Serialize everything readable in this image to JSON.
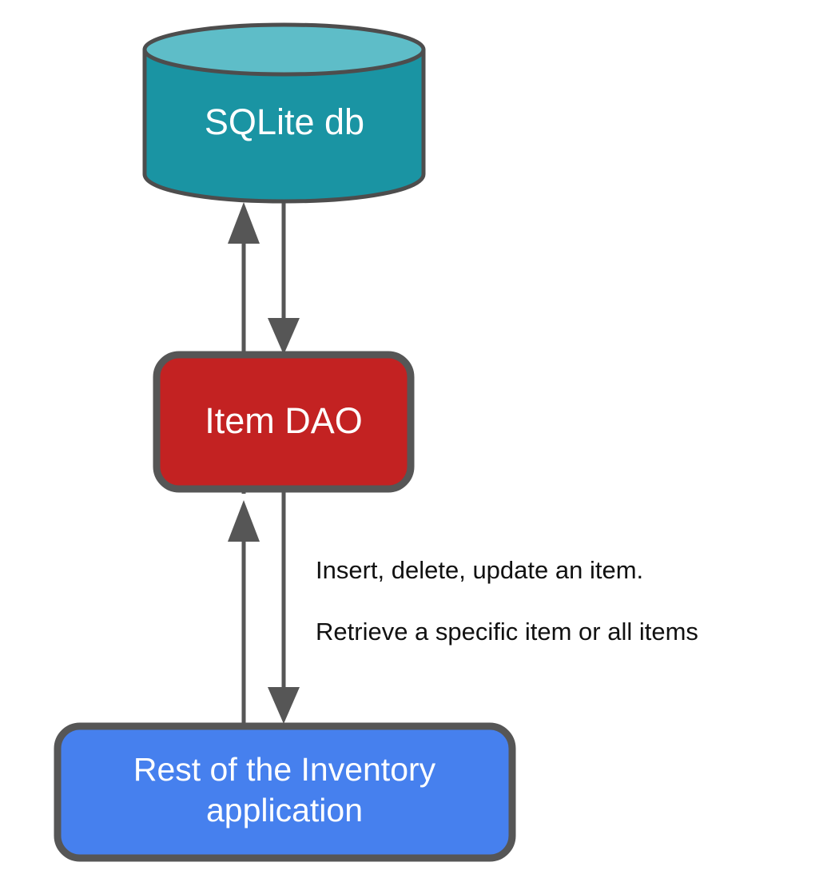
{
  "diagram": {
    "type": "architecture-flow",
    "background": "#ffffff",
    "stroke_color": "#565656",
    "nodes": [
      {
        "id": "sqlite-db",
        "shape": "cylinder",
        "label": "SQLite db",
        "fill": "#1A94A3",
        "top_fill": "#5EBDC8",
        "stroke": "#4D4D4D",
        "text_color": "#ffffff"
      },
      {
        "id": "item-dao",
        "shape": "rounded-rect",
        "label": "Item DAO",
        "fill": "#C32222",
        "stroke": "#565656",
        "text_color": "#ffffff"
      },
      {
        "id": "rest-of-app",
        "shape": "rounded-rect",
        "label_line1": "Rest of the Inventory",
        "label_line2": "application",
        "fill": "#4680EE",
        "stroke": "#565656",
        "text_color": "#ffffff"
      }
    ],
    "edges": [
      {
        "id": "dao-to-db",
        "from": "item-dao",
        "to": "sqlite-db",
        "direction": "up"
      },
      {
        "id": "db-to-dao",
        "from": "sqlite-db",
        "to": "item-dao",
        "direction": "down"
      },
      {
        "id": "app-to-dao",
        "from": "rest-of-app",
        "to": "item-dao",
        "direction": "up"
      },
      {
        "id": "dao-to-app",
        "from": "item-dao",
        "to": "rest-of-app",
        "direction": "down"
      }
    ],
    "annotations": [
      {
        "id": "annotation-operations",
        "text": "Insert, delete, update an item."
      },
      {
        "id": "annotation-retrieve",
        "text": "Retrieve a specific item or all items"
      }
    ]
  }
}
